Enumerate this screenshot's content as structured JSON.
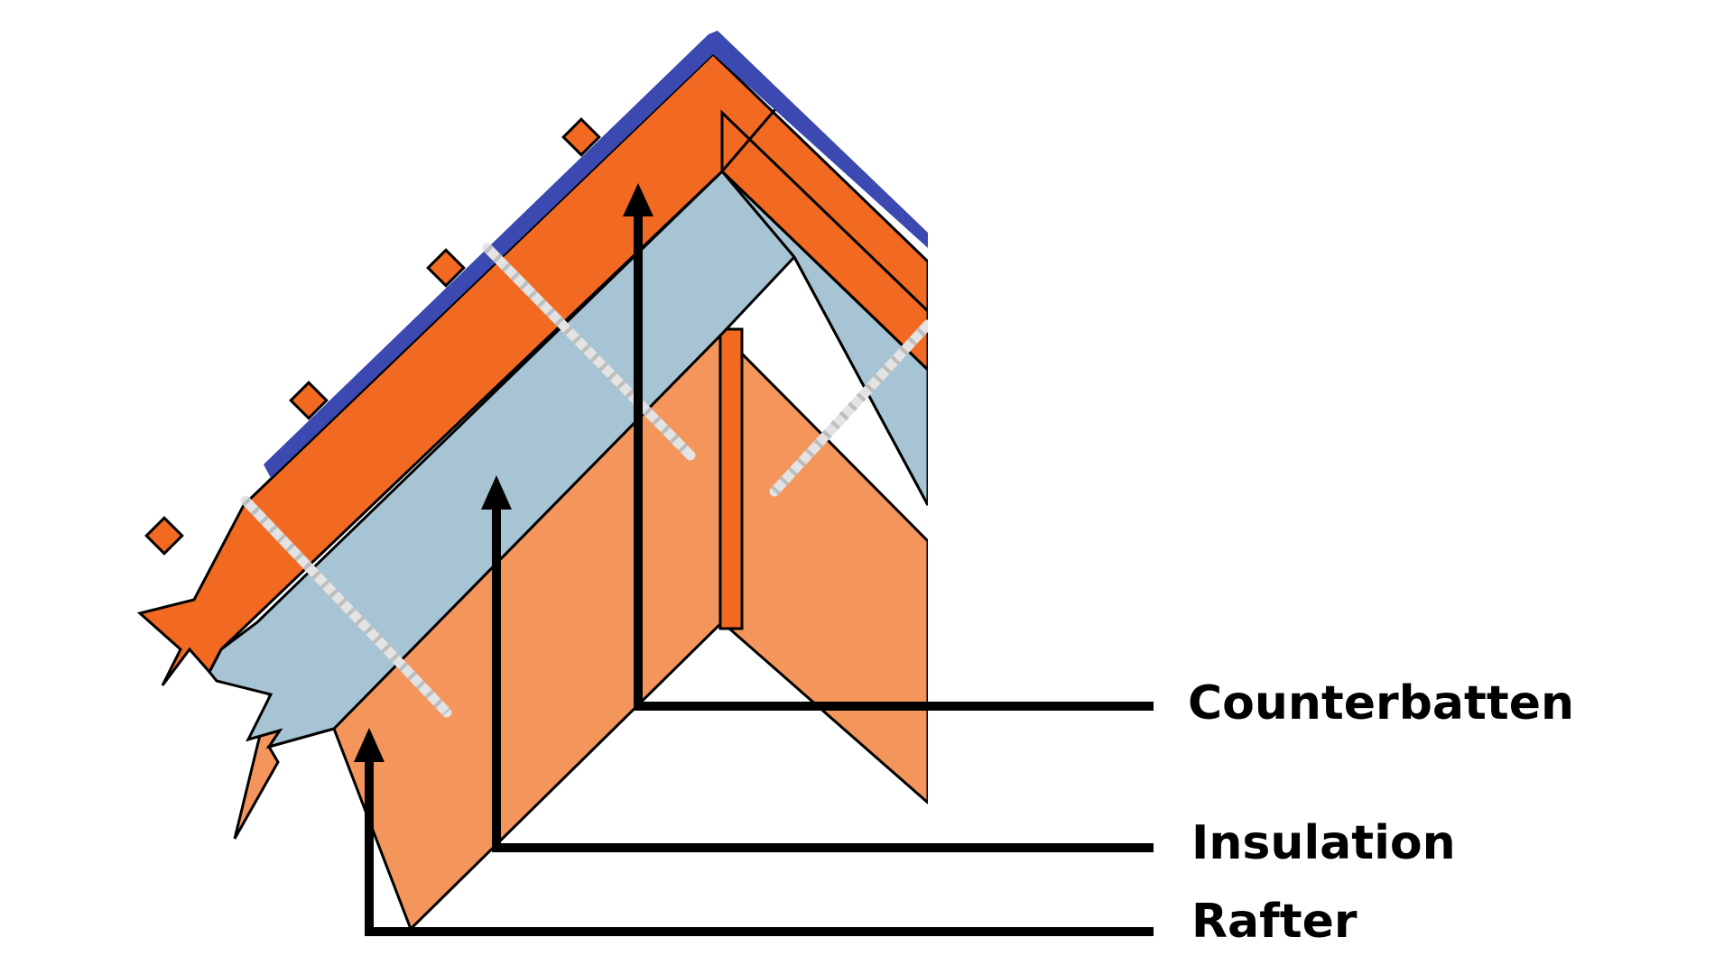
{
  "labels": {
    "counterbatten": "Counterbatten",
    "insulation": "Insulation",
    "rafter": "Rafter"
  },
  "colors": {
    "membrane": "#3b49b0",
    "counterbatten": "#f26a21",
    "insulation": "#a7c4d4",
    "rafter": "#f4955c",
    "screw": "#e3e3e3",
    "outline": "#000000",
    "background": "#ffffff"
  }
}
